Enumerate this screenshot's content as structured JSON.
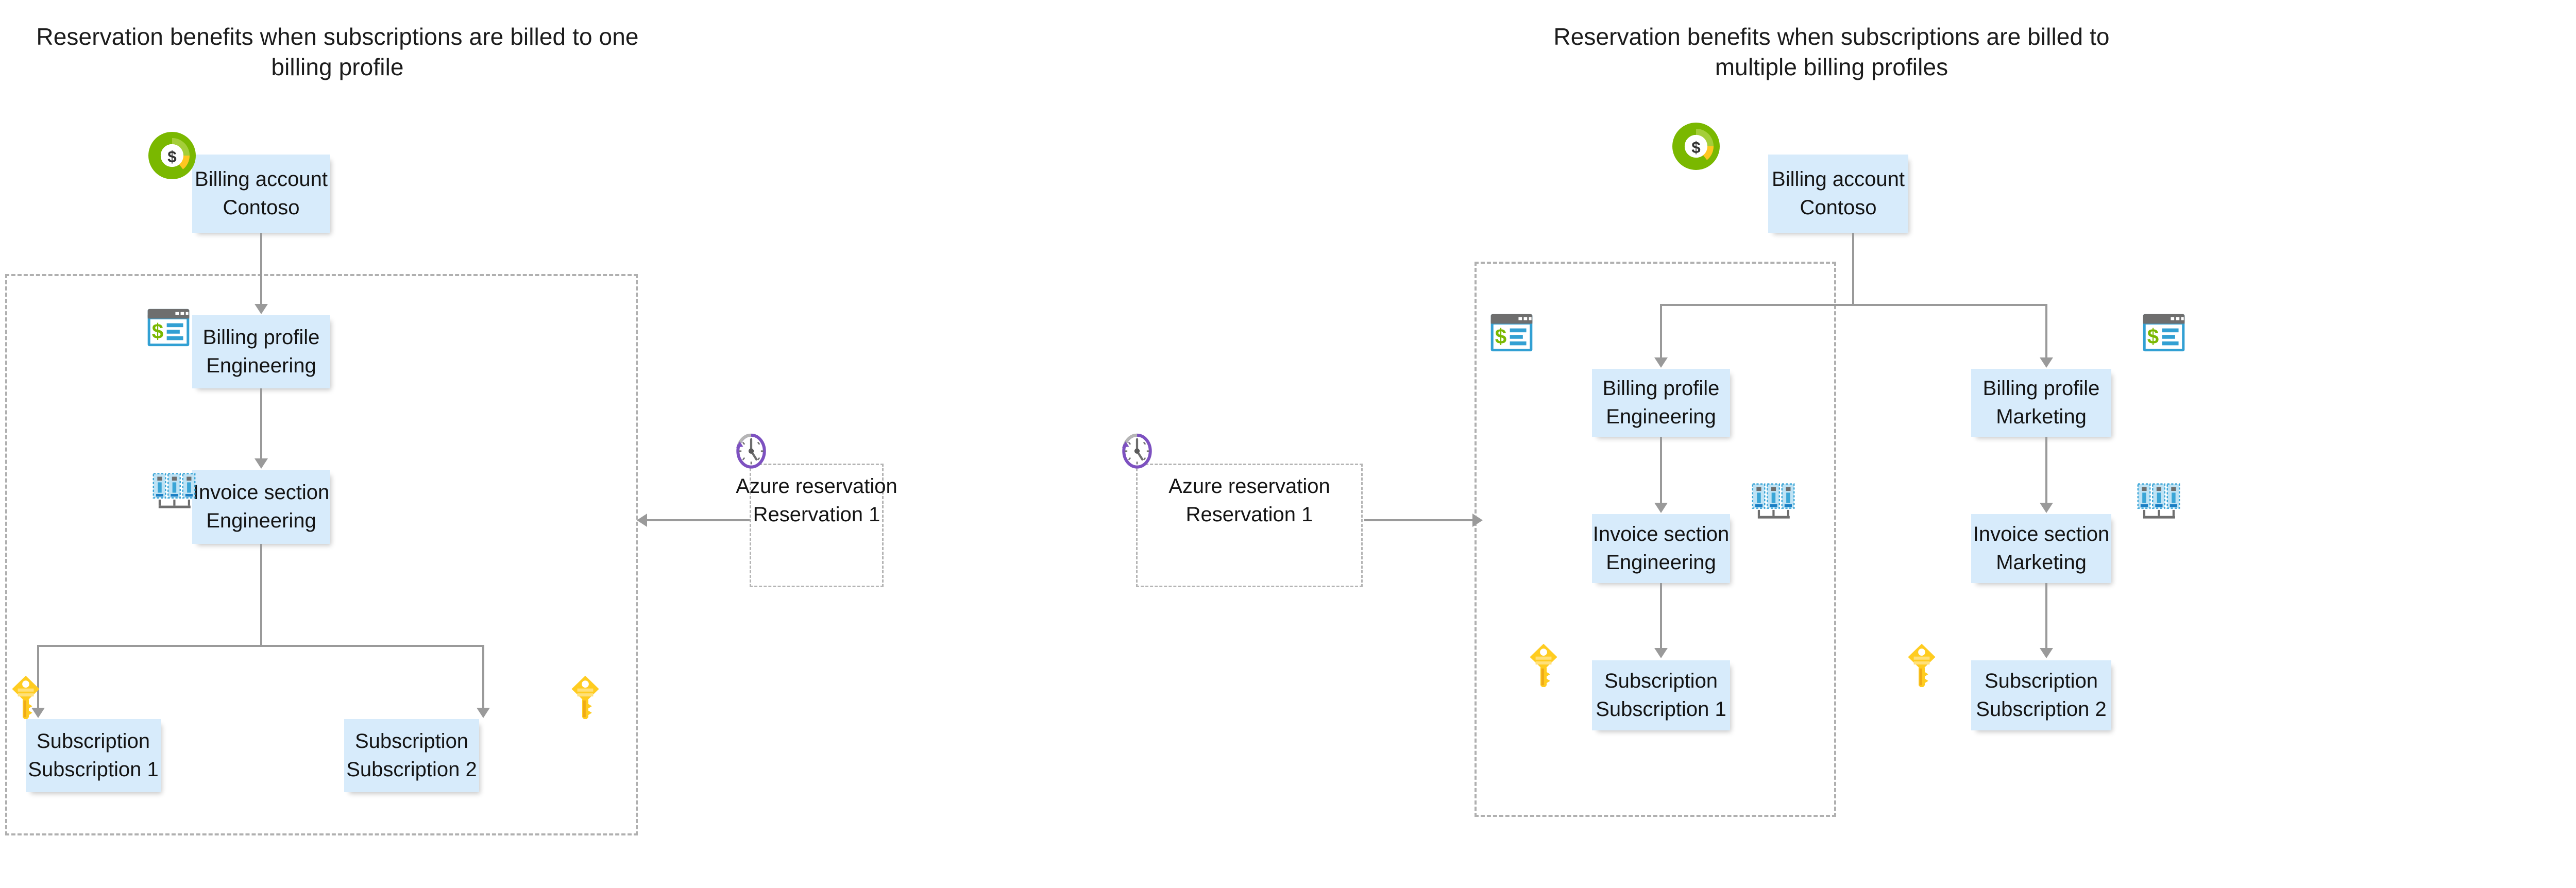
{
  "diagrams": [
    {
      "title": "Reservation benefits when subscriptions are billed to one billing profile",
      "nodes": {
        "billing_account": {
          "kind": "Billing account",
          "name": "Contoso",
          "icon": "billing-account-icon"
        },
        "billing_profile": {
          "kind": "Billing profile",
          "name": "Engineering",
          "icon": "billing-profile-icon"
        },
        "invoice_section": {
          "kind": "Invoice section",
          "name": "Engineering",
          "icon": "invoice-section-icon"
        },
        "subscription_1": {
          "kind": "Subscription",
          "name": "Subscription 1",
          "icon": "key-icon"
        },
        "subscription_2": {
          "kind": "Subscription",
          "name": "Subscription 2",
          "icon": "key-icon"
        },
        "reservation": {
          "kind": "Azure reservation",
          "name": "Reservation 1",
          "icon": "clock-icon"
        }
      }
    },
    {
      "title": "Reservation benefits when subscriptions are billed to multiple billing profiles",
      "nodes": {
        "billing_account": {
          "kind": "Billing account",
          "name": "Contoso",
          "icon": "billing-account-icon"
        },
        "billing_profile_eng": {
          "kind": "Billing profile",
          "name": "Engineering",
          "icon": "billing-profile-icon"
        },
        "billing_profile_mkt": {
          "kind": "Billing profile",
          "name": "Marketing",
          "icon": "billing-profile-icon"
        },
        "invoice_section_eng": {
          "kind": "Invoice section",
          "name": "Engineering",
          "icon": "invoice-section-icon"
        },
        "invoice_section_mkt": {
          "kind": "Invoice section",
          "name": "Marketing",
          "icon": "invoice-section-icon"
        },
        "subscription_1": {
          "kind": "Subscription",
          "name": "Subscription 1",
          "icon": "key-icon"
        },
        "subscription_2": {
          "kind": "Subscription",
          "name": "Subscription 2",
          "icon": "key-icon"
        },
        "reservation": {
          "kind": "Azure reservation",
          "name": "Reservation 1",
          "icon": "clock-icon"
        }
      }
    }
  ],
  "colors": {
    "node_fill": "#d7ebfb",
    "connector": "#9a9a9a",
    "scope_border": "#b0b0b0",
    "billing_account_green_dark": "#7ab800",
    "billing_account_green_light": "#a4ce39",
    "billing_account_yellow": "#ffc720",
    "billing_profile_blue": "#32a0d3",
    "billing_profile_green": "#7ab800",
    "billing_profile_gray": "#6e6e6e",
    "invoice_blue": "#3aa5d6",
    "invoice_blue_dark": "#1b7fc4",
    "key_yellow": "#ffcc20",
    "clock_purple": "#7d51c0",
    "text": "#141414",
    "background": "#ffffff"
  }
}
